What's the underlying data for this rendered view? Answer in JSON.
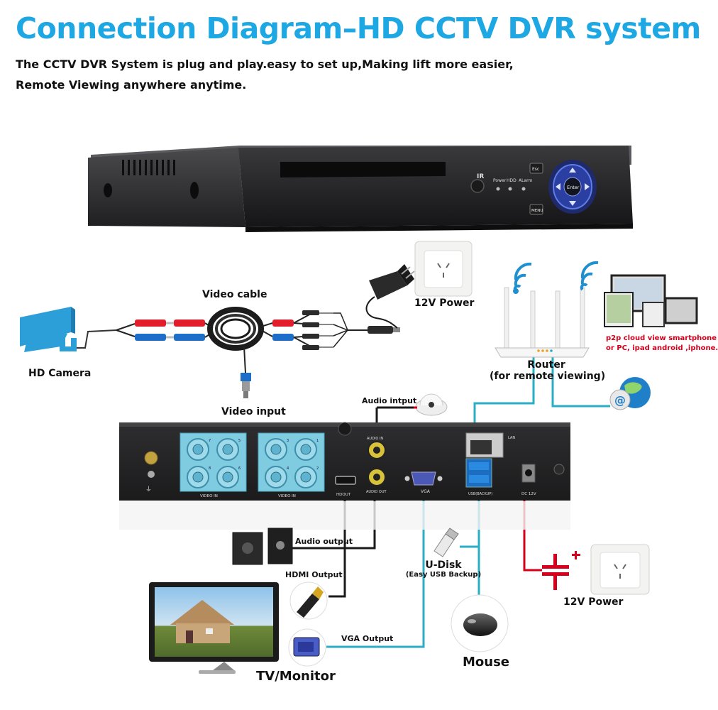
{
  "header": {
    "title": "Connection Diagram–HD CCTV DVR system",
    "subtitle_line1": "The CCTV DVR System is plug and play.easy to set up,Making lift more easier,",
    "subtitle_line2": "Remote Viewing anywhere anytime."
  },
  "dvr_front": {
    "ir_label": "IR",
    "power_label": "Power",
    "hdd_label": "HDD",
    "alarm_label": "ALarm",
    "esc_label": "Esc",
    "enter_label": "Enter",
    "menu_label": "MENU"
  },
  "dvr_back": {
    "video_in_label_1": "VIDEO IN",
    "video_in_label_2": "VIDEO IN",
    "port_numbers_left": [
      "7",
      "5",
      "8",
      "6"
    ],
    "port_numbers_right": [
      "3",
      "1",
      "4",
      "2"
    ],
    "audio_in_label": "AUDIO IN",
    "audio_out_label": "AUDIO OUT",
    "hdmi_out_label": "HDOUT",
    "vga_label": "VGA",
    "lan_label": "LAN",
    "usb_label": "USB(BACKUP)",
    "dc_label": "DC 12V"
  },
  "labels": {
    "video_cable": "Video cable",
    "power_top": "12V Power",
    "hd_camera": "HD Camera",
    "video_input": "Video input",
    "audio_input": "Audio intput",
    "router": "Router",
    "router_sub": "(for remote viewing)",
    "p2p_line1": "p2p cloud  view smartphone",
    "p2p_line2": "or PC, ipad android ,iphone.",
    "audio_output": "Audio output",
    "hdmi_output": "HDMI Output",
    "udisk": "U-Disk",
    "udisk_sub": "(Easy USB Backup)",
    "power_bottom": "12V Power",
    "vga_output": "VGA Output",
    "mouse": "Mouse",
    "tv_monitor": "TV/Monitor"
  },
  "colors": {
    "title_blue": "#1da7e3",
    "connection_line": "#2aaec6",
    "dvr_body": "#2b2b2d",
    "bnc_panel": "#7fcbe0",
    "red_accent": "#d6001c"
  }
}
